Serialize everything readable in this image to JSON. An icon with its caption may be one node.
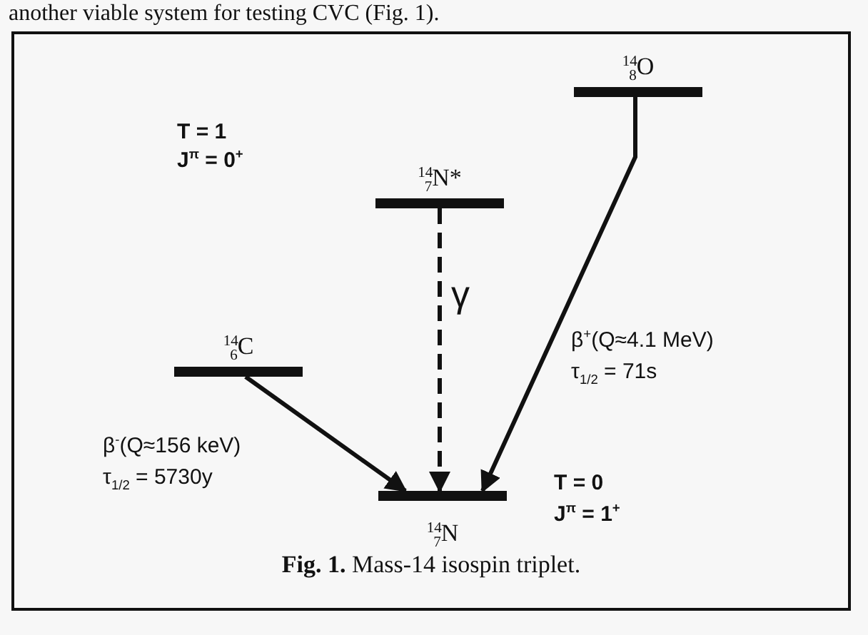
{
  "diagram": {
    "caption": "**Fig. 1.** Mass-14 isospin triplet.",
    "nodes": [
      {
        "text": [
          "$^{14}$$_{8}$O"
        ]
      },
      {
        "text": [
          "$^{14}$$_{7}$N*"
        ]
      },
      {
        "text": [
          "$^{14}$$_{6}$C"
        ]
      },
      {
        "text": [
          "$^{14}$$_{7}$N"
        ]
      }
    ],
    "edges": [
      {
        "from": 0,
        "to": 3,
        "arrow": "to",
        "label": "β$^{+}$(Q≈4.1 MeV) τ$_{1/2}$ = 71s"
      },
      {
        "from": 1,
        "to": 3,
        "arrow": "to",
        "style": "dashed",
        "label": "γ"
      },
      {
        "from": 2,
        "to": 3,
        "arrow": "to",
        "label": "β$^{-}$(Q≈156 keV) τ$_{1/2}$ = 5730y"
      }
    ],
    "labels": [
      "another viable system for testing CVC (Fig. 1).",
      "T = 1",
      "J$^{π}$ = 0$^{+}$",
      "T = 0",
      "J$^{π}$ = 1$^{+}$"
    ]
  }
}
